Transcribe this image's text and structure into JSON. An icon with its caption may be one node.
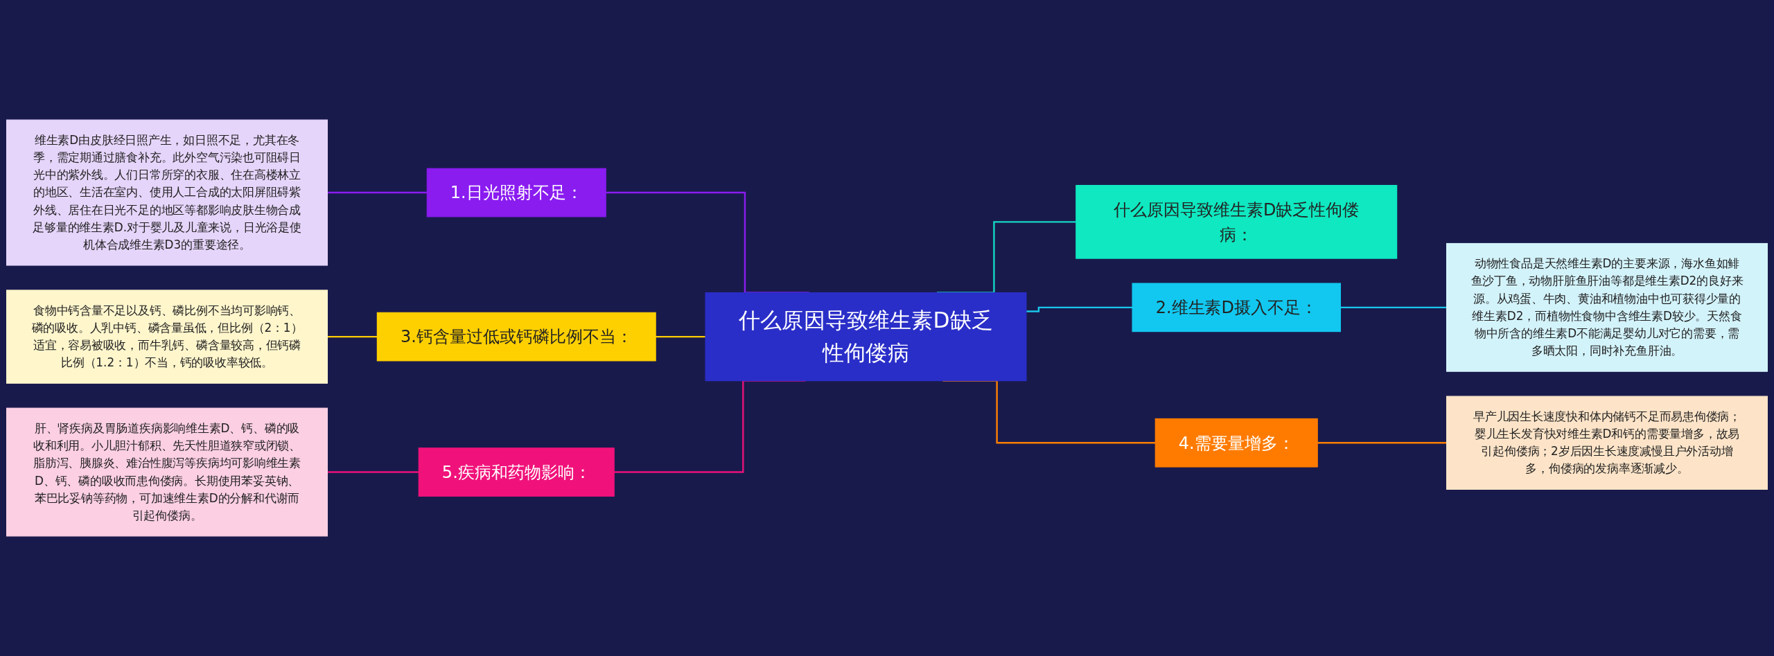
{
  "diagram": {
    "nodes": [
      {
        "text": [
          "什么原因导致维生素D缺乏性佝偻病"
        ]
      },
      {
        "text": [
          "1.日光照射不足："
        ]
      },
      {
        "text": [
          "维生素D由皮肤经日照产生，如日照不足，尤其在冬季，需定期通过膳食补充。此外空气污染也可阻碍日光中的紫外线。人们日常所穿的衣服、住在高楼林立的地区、生活在室内、使用人工合成的太阳屏阻碍紫外线、居住在日光不足的地区等都影响皮肤生物合成足够量的维生素D.对于婴儿及儿童来说，日光浴是使机体合成维生素D3的重要途径。"
        ]
      },
      {
        "text": [
          "3.钙含量过低或钙磷比例不当："
        ]
      },
      {
        "text": [
          "食物中钙含量不足以及钙、磷比例不当均可影响钙、磷的吸收。人乳中钙、磷含量虽低，但比例（2：1）适宜，容易被吸收，而牛乳钙、磷含量较高，但钙磷比例（1.2：1）不当，钙的吸收率较低。"
        ]
      },
      {
        "text": [
          "5.疾病和药物影响："
        ]
      },
      {
        "text": [
          "肝、肾疾病及胃肠道疾病影响维生素D、钙、磷的吸收和利用。小儿胆汁郁积、先天性胆道狭窄或闭锁、脂肪泻、胰腺炎、难治性腹泻等疾病均可影响维生素D、钙、磷的吸收而患佝偻病。长期使用苯妥英钠、苯巴比妥钠等药物，可加速维生素D的分解和代谢而引起佝偻病。"
        ]
      },
      {
        "text": [
          "什么原因导致维生素D缺乏性佝偻病："
        ]
      },
      {
        "text": [
          "2.维生素D摄入不足："
        ]
      },
      {
        "text": [
          "动物性食品是天然维生素D的主要来源，海水鱼如鲱鱼沙丁鱼，动物肝脏鱼肝油等都是维生素D2的良好来源。从鸡蛋、牛肉、黄油和植物油中也可获得少量的维生素D2，而植物性食物中含维生素D较少。天然食物中所含的维生素D不能满足婴幼儿对它的需要，需多晒太阳，同时补充鱼肝油。"
        ]
      },
      {
        "text": [
          "4.需要量增多："
        ]
      },
      {
        "text": [
          "早产儿因生长速度快和体内储钙不足而易患佝偻病；婴儿生长发育快对维生素D和钙的需要量增多，故易引起佝偻病；2岁后因生长速度减慢且户外活动增多，佝偻病的发病率逐渐减少。"
        ]
      }
    ],
    "edges": [
      {
        "from": 0,
        "to": 1,
        "arrow": "none",
        "color": "#8a1cf0"
      },
      {
        "from": 1,
        "to": 2,
        "arrow": "none",
        "color": "#8a1cf0"
      },
      {
        "from": 0,
        "to": 3,
        "arrow": "none",
        "color": "#ffcc00"
      },
      {
        "from": 3,
        "to": 4,
        "arrow": "none",
        "color": "#ffcc00"
      },
      {
        "from": 0,
        "to": 5,
        "arrow": "none",
        "color": "#e8127a"
      },
      {
        "from": 5,
        "to": 6,
        "arrow": "none",
        "color": "#e8127a"
      },
      {
        "from": 0,
        "to": 7,
        "arrow": "none",
        "color": "#14d8c4"
      },
      {
        "from": 0,
        "to": 8,
        "arrow": "none",
        "color": "#18c6ea"
      },
      {
        "from": 8,
        "to": 9,
        "arrow": "none",
        "color": "#18c6ea"
      },
      {
        "from": 0,
        "to": 10,
        "arrow": "none",
        "color": "#ff7f00"
      },
      {
        "from": 10,
        "to": 11,
        "arrow": "none",
        "color": "#ff7f00"
      }
    ]
  }
}
